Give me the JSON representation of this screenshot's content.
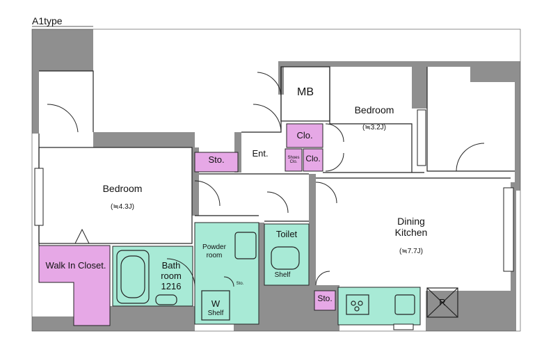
{
  "plan": {
    "title": "A1type",
    "colors": {
      "wall": "#8f8f8f",
      "storage": "#e6a8e6",
      "wet_area": "#a8ead6",
      "floor": "#ffffff",
      "line": "#222222"
    },
    "rooms": {
      "mb": "MB",
      "bedroom_small": "Bedroom",
      "bedroom_small_area": "(≒3.2J)",
      "closet_top": "Clo.",
      "closet_bottom": "Clo.",
      "entrance": "Ent.",
      "shoes_closet": "Shoes\nClo.",
      "storage_hall": "Sto.",
      "bedroom_large": "Bedroom",
      "bedroom_large_area": "(≒4.3J)",
      "dining_kitchen": "Dining\nKitchen",
      "dining_kitchen_area": "(≒7.7J)",
      "walk_in_closet": "Walk In Closet.",
      "bathroom": "Bath\nroom\n1216",
      "powder_room": "Powder\nroom",
      "storage_small": "Sto.",
      "washer": "W",
      "washer_shelf": "Shelf",
      "toilet": "Toilet",
      "toilet_shelf": "Shelf",
      "storage_kitchen": "Sto.",
      "refrigerator": "R"
    }
  }
}
